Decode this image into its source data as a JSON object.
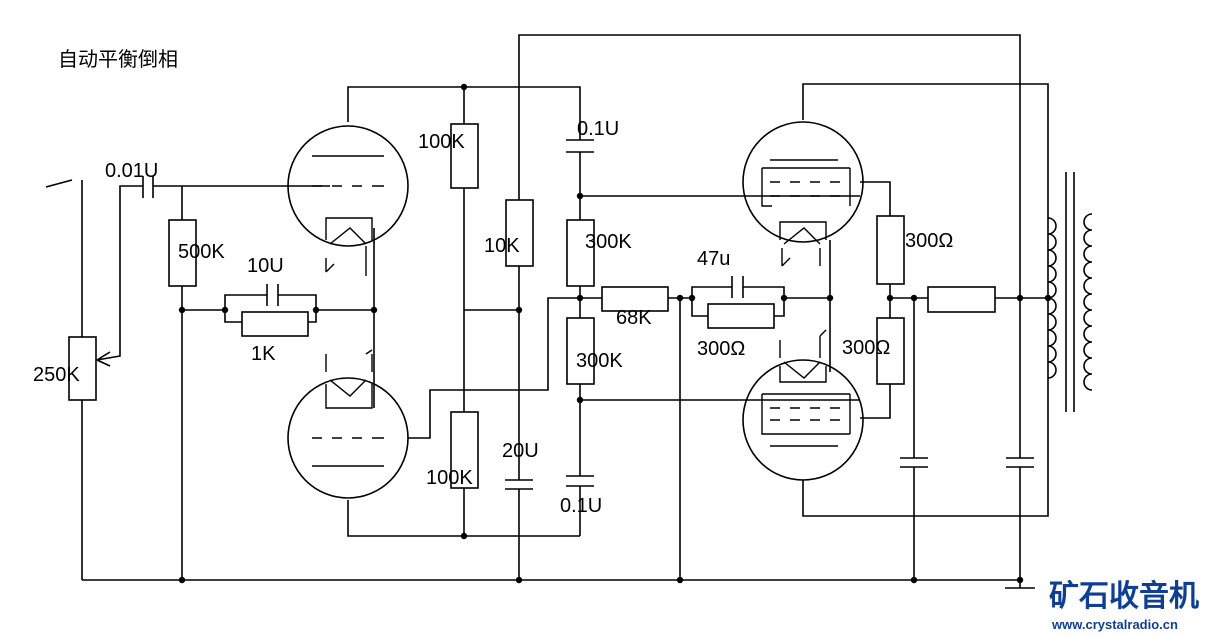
{
  "title": "自动平衡倒相",
  "labels": {
    "c_in": "0.01U",
    "r_grid": "500K",
    "pot": "250K",
    "c_cathode": "10U",
    "r_cathode": "1K",
    "r_load_top": "100K",
    "r_load_bottom": "100K",
    "r_dropper": "10K",
    "c_filter": "20U",
    "c_couple_top": "0.1U",
    "c_couple_bottom": "0.1U",
    "r_grid_top": "300K",
    "r_grid_bottom": "300K",
    "c_bypass": "47u",
    "r_bias": "68K",
    "r_cathode_common": "300Ω",
    "r_screen_top": "300Ω",
    "r_screen_bottom": "300Ω"
  },
  "watermark": {
    "name": "矿石收音机",
    "url": "www.crystalradio.cn"
  }
}
